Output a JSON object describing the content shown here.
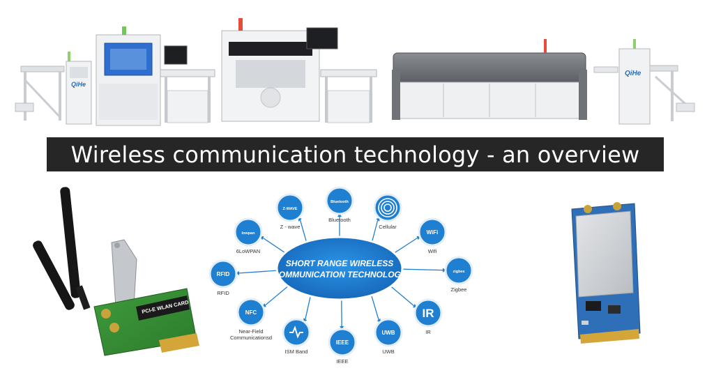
{
  "banner_title": "Wireless communication technology - an overview",
  "brand_name": "QiHe",
  "hub": {
    "line1": "SHORT RANGE WIRELESS",
    "line2": "COMMUNICATION TECHNOLOGY"
  },
  "nodes": [
    {
      "key": "bluetooth",
      "label": "Bluetooth",
      "icon_text": "Bluetooth",
      "icon": "bluetooth-icon"
    },
    {
      "key": "cellular",
      "label": "Cellular",
      "icon_text": "",
      "icon": "cellular-signal-icon"
    },
    {
      "key": "wifi",
      "label": "Wifi",
      "icon_text": "WiFi",
      "icon": "wifi-icon"
    },
    {
      "key": "zigbee",
      "label": "Zigbee",
      "icon_text": "zigbee",
      "icon": "zigbee-icon"
    },
    {
      "key": "ir",
      "label": "IR",
      "icon_text": "IR",
      "icon": "infrared-icon"
    },
    {
      "key": "uwb",
      "label": "UWB",
      "icon_text": "UWB",
      "icon": "uwb-icon"
    },
    {
      "key": "ieee",
      "label": "IEEE",
      "icon_text": "IEEE",
      "icon": "ieee-icon"
    },
    {
      "key": "ism",
      "label": "ISM Band",
      "icon_text": "",
      "icon": "ism-band-icon"
    },
    {
      "key": "nfc",
      "label": "Near-Field Communicationsd",
      "icon_text": "NFC",
      "icon": "nfc-icon"
    },
    {
      "key": "rfid",
      "label": "RFID",
      "icon_text": "RFID",
      "icon": "rfid-icon"
    },
    {
      "key": "6lowpan",
      "label": "6LoWPAN",
      "icon_text": "lowpan",
      "icon": "6lowpan-icon"
    },
    {
      "key": "zwave",
      "label": "Z - wave",
      "icon_text": "Z-WAVE",
      "icon": "zwave-icon"
    }
  ],
  "wlan_card_text": "PCI-E WLAN CARD",
  "colors": {
    "accent_blue": "#1f7fd1",
    "banner_bg": "#262626",
    "oven_gray": "#7b7e84",
    "machine_white": "#eef0f2"
  }
}
